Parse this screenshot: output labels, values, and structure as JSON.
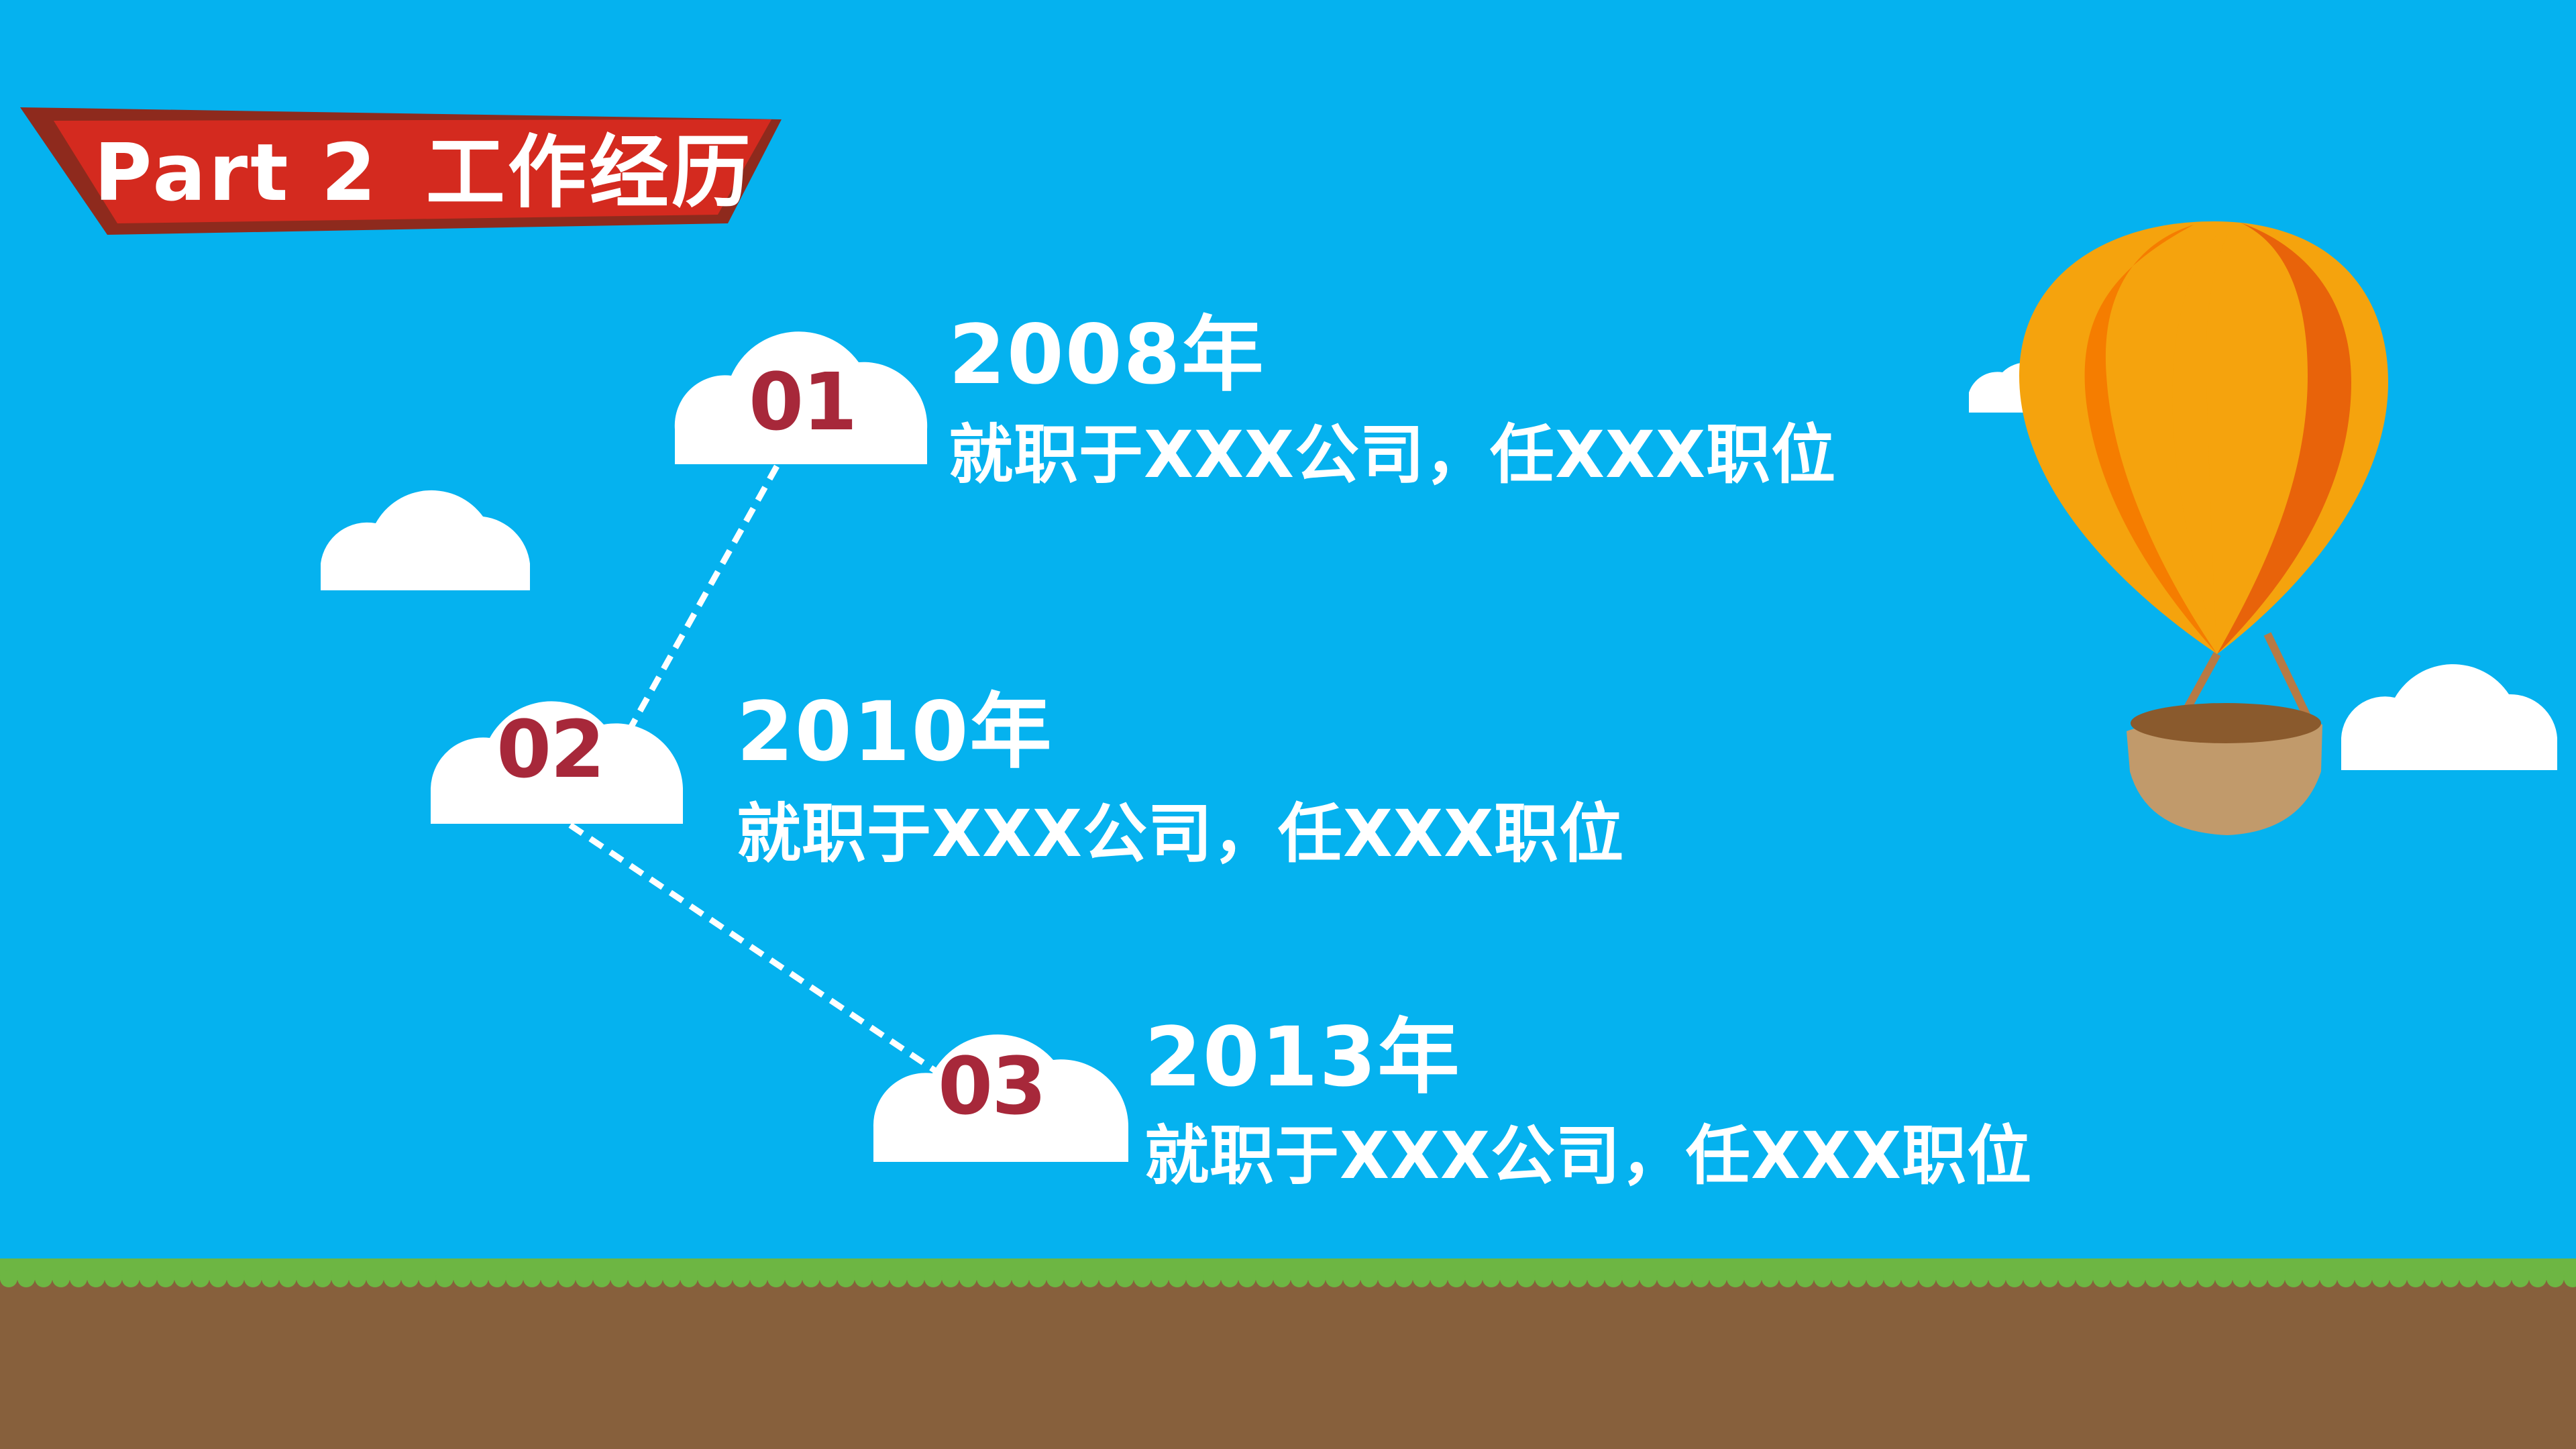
{
  "banner": {
    "part": "Part 2",
    "title": "工作经历"
  },
  "colors": {
    "sky": "#05b2ef",
    "banner_red": "#d42a1f",
    "banner_dark": "#8e2a1d",
    "number_red": "#a7283a",
    "grass": "#6db643",
    "soil": "#87603c",
    "balloon_light": "#f5a30d",
    "balloon_mid": "#f57d00",
    "balloon_dark": "#e8630a",
    "basket": "#c19a6b"
  },
  "timeline": [
    {
      "number": "01",
      "year": "2008年",
      "description": "就职于XXX公司，任XXX职位"
    },
    {
      "number": "02",
      "year": "2010年",
      "description": "就职于XXX公司，任XXX职位"
    },
    {
      "number": "03",
      "year": "2013年",
      "description": "就职于XXX公司，任XXX职位"
    }
  ],
  "icons": {
    "cloud": "cloud-icon",
    "balloon": "hot-air-balloon-icon"
  }
}
